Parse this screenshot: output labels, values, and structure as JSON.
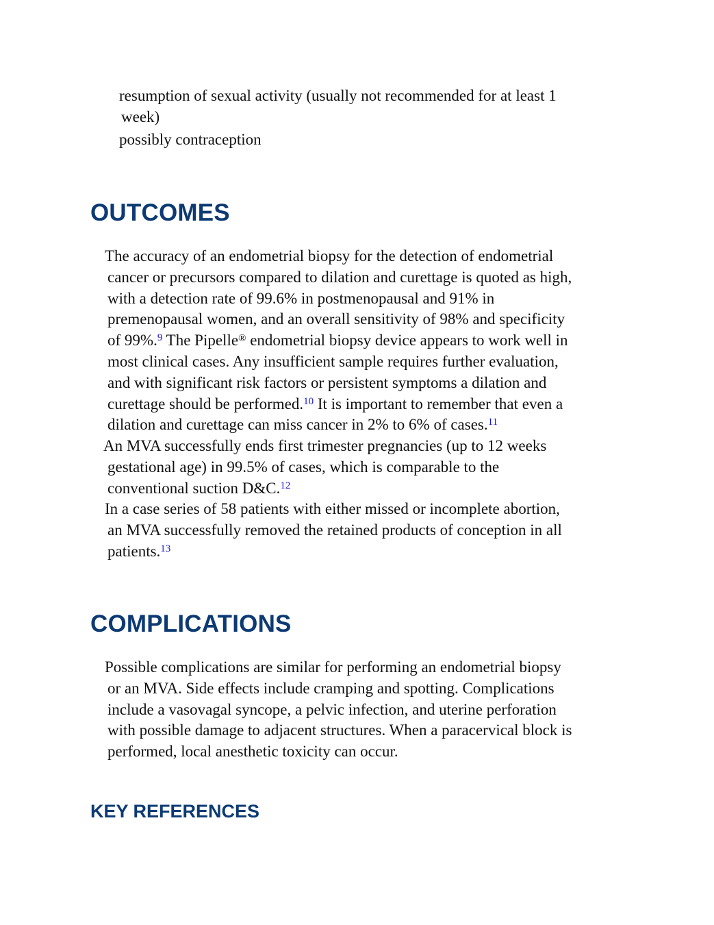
{
  "list_items": [
    {
      "line1": "resumption of sexual activity (usually not recommended for at least 1",
      "line2": "week)"
    },
    {
      "line1": "possibly contraception"
    }
  ],
  "outcomes": {
    "heading": "OUTCOMES",
    "p1": {
      "l1": "The accuracy of an endometrial biopsy for the detection of endometrial",
      "l2": "cancer or precursors compared to dilation and curettage is quoted as high,",
      "l3": "with a detection rate of 99.6% in postmenopausal and 91% in",
      "l4": "premenopausal women, and an overall sensitivity of 98% and specificity",
      "l5a": "of 99%.",
      "ref9": "9",
      "l5b": " The Pipelle",
      "reg": "®",
      "l5c": " endometrial biopsy device appears to work well in",
      "l6": "most clinical cases. Any insufficient sample requires further evaluation,",
      "l7": "and with significant risk factors or persistent symptoms a dilation and",
      "l8a": "curettage should be performed.",
      "ref10": "10",
      "l8b": " It is important to remember that even a",
      "l9": "dilation and curettage can miss cancer in 2% to 6% of cases.",
      "ref11": "11"
    },
    "p2": {
      "l1": "An MVA successfully ends first trimester pregnancies (up to 12 weeks",
      "l2": "gestational age) in 99.5% of cases, which is comparable to the",
      "l3": "conventional suction D&C.",
      "ref12": "12"
    },
    "p3": {
      "l1": "In a case series of 58 patients with either missed or incomplete abortion,",
      "l2": "an MVA successfully removed the retained products of conception in all",
      "l3": "patients.",
      "ref13": "13"
    }
  },
  "complications": {
    "heading": "COMPLICATIONS",
    "p1": {
      "l1": "Possible complications are similar for performing an endometrial biopsy",
      "l2": "or an MVA. Side effects include cramping and spotting. Complications",
      "l3": "include a vasovagal syncope, a pelvic infection, and uterine perforation",
      "l4": "with possible damage to adjacent structures. When a paracervical block is",
      "l5": "performed, local anesthetic toxicity can occur."
    }
  },
  "key_references": {
    "heading": "KEY REFERENCES"
  },
  "colors": {
    "heading": "#0d3a73",
    "reference_link": "#1a1ad6",
    "text": "#111111"
  }
}
